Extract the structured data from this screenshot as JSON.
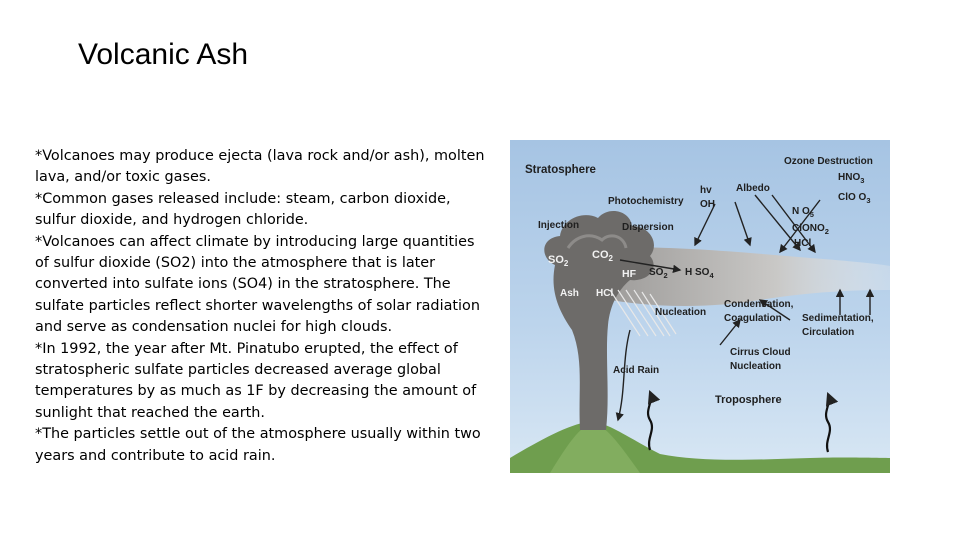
{
  "slide": {
    "title": "Volcanic Ash",
    "paragraphs": [
      "*Volcanoes may produce ejecta (lava rock and/or ash), molten lava, and/or toxic gases.",
      "*Common gases released include: steam, carbon dioxide, sulfur dioxide, and hydrogen chloride.",
      "*Volcanoes can affect climate by introducing large quantities of sulfur dioxide (SO2) into the atmosphere that is later converted into sulfate ions (SO4) in the stratosphere. The sulfate particles reflect shorter wavelengths of solar radiation and serve as condensation nuclei for high clouds.",
      "*In 1992, the year after Mt. Pinatubo erupted, the effect of stratospheric sulfate particles decreased average global temperatures by as much as 1F by decreasing the amount of sunlight that reached the earth.",
      "*The particles settle out of the atmosphere usually within two years and contribute to acid rain."
    ]
  },
  "diagram": {
    "stratosphere": "Stratosphere",
    "troposphere": "Troposphere",
    "injection": "Injection",
    "so2_plume": "SO",
    "co2_plume": "CO",
    "hf": "HF",
    "ash": "Ash",
    "hcl_plume": "HCl",
    "photochemistry": "Photochemistry",
    "hv": "hv",
    "oh": "OH",
    "albedo": "Albedo",
    "ozone_destruction": "Ozone Destruction",
    "hno3": "HNO",
    "clo_o3": "ClO  O",
    "n2o5": "N O",
    "clono2": "ClONO",
    "hcl_strat": "HCl",
    "dispersion": "Dispersion",
    "so2_arrow": "SO",
    "h2so4": "H SO",
    "nucleation": "Nucleation",
    "condensation": "Condensation,",
    "coagulation": "Coagulation",
    "sedimentation": "Sedimentation,",
    "circulation": "Circulation",
    "cirrus_cloud": "Cirrus Cloud",
    "cirrus_nucleation": "Nucleation",
    "acid_rain": "Acid Rain",
    "sub_2": "2",
    "sub_3": "3",
    "sub_4": "4",
    "sub_5": "5",
    "colors": {
      "stratosphere_bg": "#a9c6e4",
      "troposphere_bg": "#cfe1f2",
      "cloud": "#b8b6b4",
      "plume": "#6d6b69",
      "ground": "#6f9e4e"
    }
  }
}
